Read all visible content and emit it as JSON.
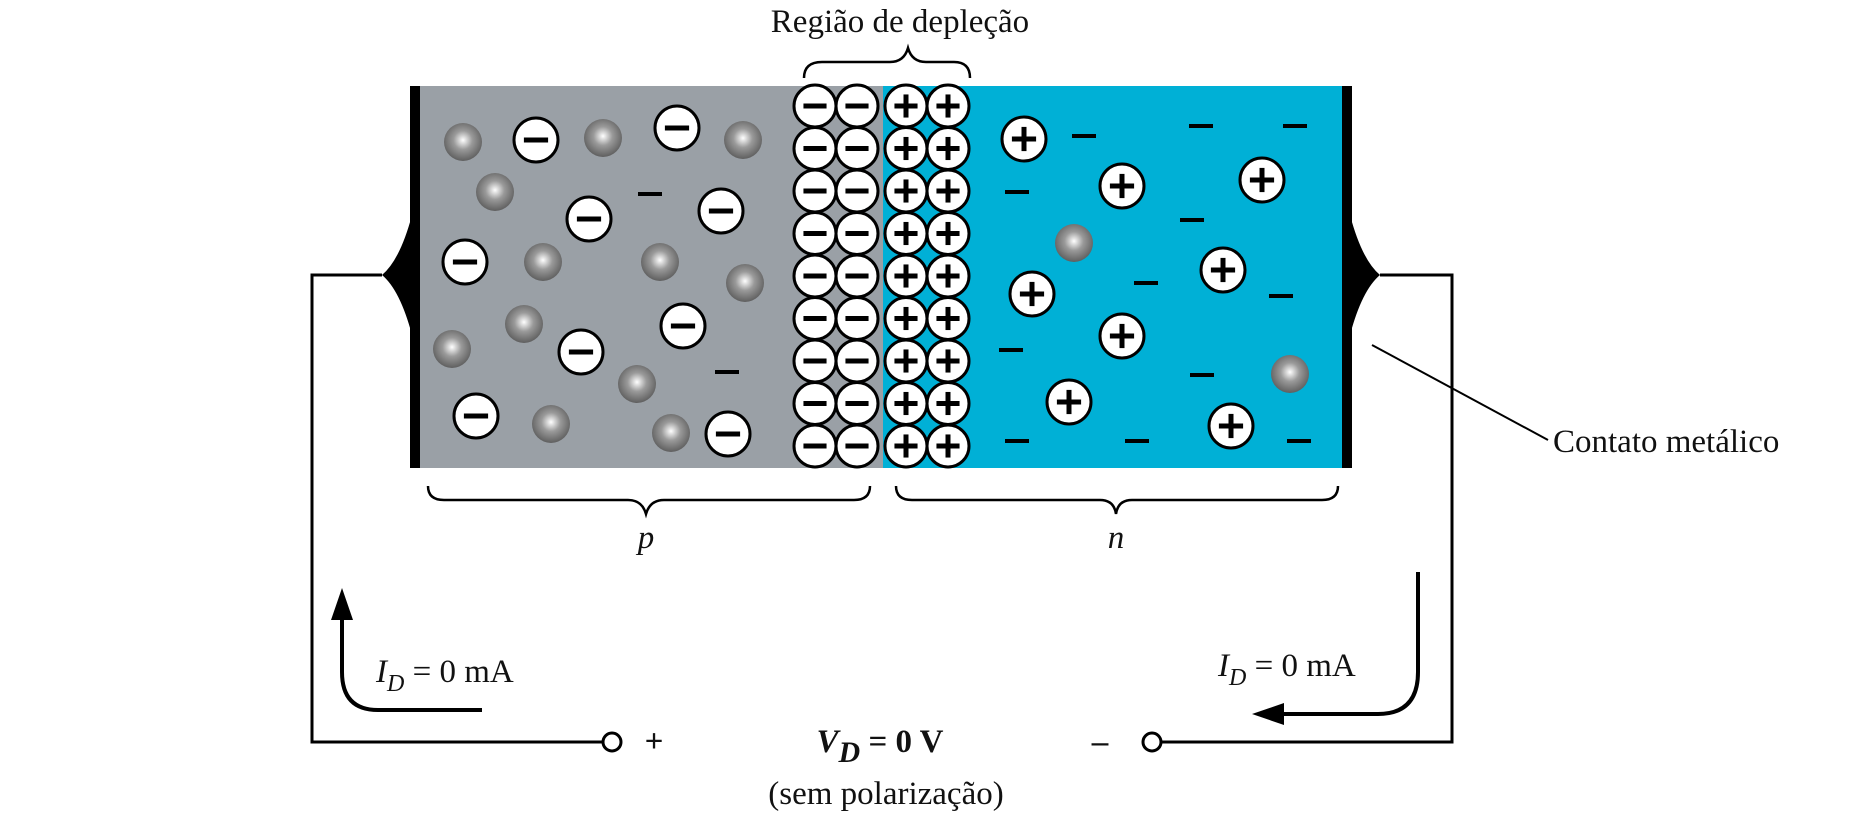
{
  "labels": {
    "depletion_region": "Região de depleção",
    "p_region": "p",
    "n_region": "n",
    "metal_contact": "Contato metálico",
    "current_left": {
      "var": "I",
      "sub": "D",
      "rest": " = 0 mA"
    },
    "current_right": {
      "var": "I",
      "sub": "D",
      "rest": " = 0 mA"
    },
    "voltage": {
      "var": "V",
      "sub": "D",
      "rest": " = 0 V"
    },
    "bias_note": "(sem polarização)",
    "plus_terminal": "+",
    "minus_terminal": "–"
  },
  "colors": {
    "p_material": "#9aa0a6",
    "n_material": "#00b0d6",
    "contact": "#000000",
    "wire": "#000000"
  },
  "icons": {
    "acceptor_ion": "minus-circle-icon",
    "donor_ion": "plus-circle-icon",
    "hole": "gray-sphere-icon",
    "free_electron": "minus-dash-icon"
  }
}
